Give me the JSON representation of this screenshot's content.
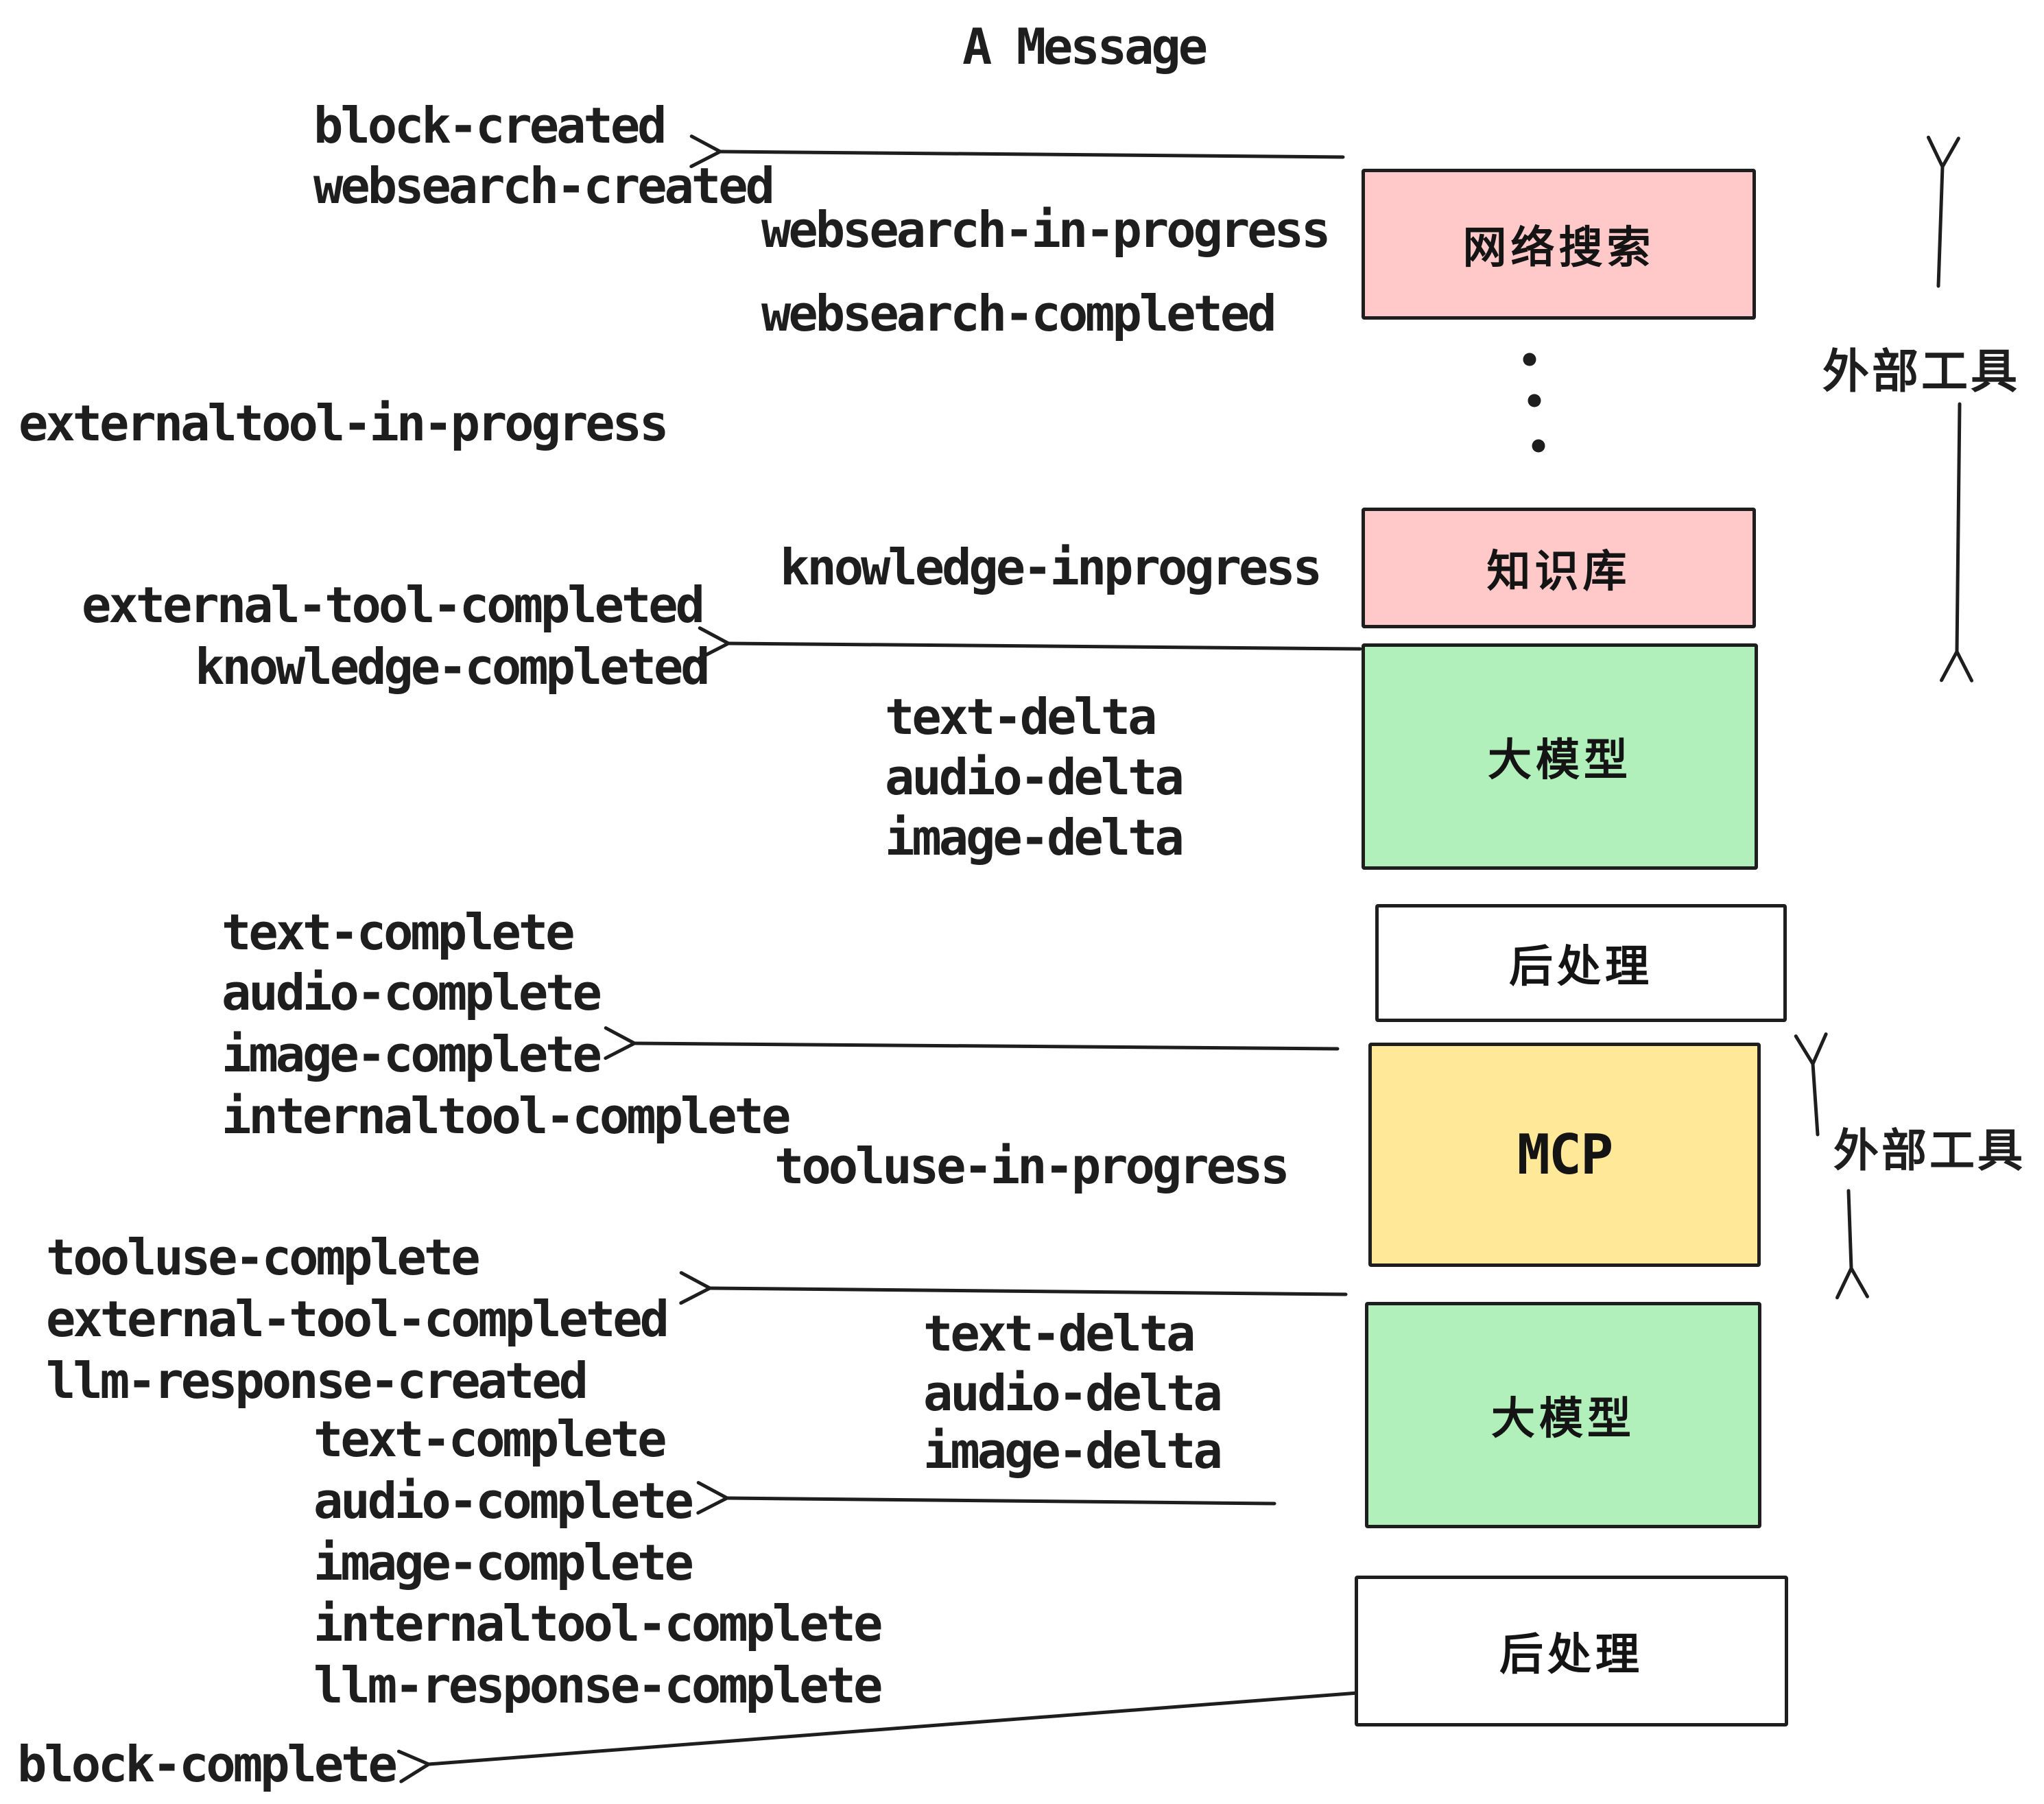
{
  "title": "A Message",
  "colors": {
    "box_pink": "#FFC9C9",
    "box_green": "#B2F0BB",
    "box_yellow": "#FFE999",
    "box_white": "#FFFFFF",
    "stroke": "#1E1E1E"
  },
  "boxes": {
    "websearch": {
      "label": "网络搜索"
    },
    "knowledge": {
      "label": "知识库"
    },
    "llm_top": {
      "label": "大模型"
    },
    "post_top": {
      "label": "后处理"
    },
    "mcp": {
      "label": "MCP"
    },
    "llm_bottom": {
      "label": "大模型"
    },
    "post_bottom": {
      "label": "后处理"
    }
  },
  "side_labels": {
    "external_tools_top": "外部工具",
    "external_tools_middle": "外部工具"
  },
  "events": [
    {
      "text": "block-created"
    },
    {
      "text": "websearch-created"
    },
    {
      "text": "websearch-in-progress"
    },
    {
      "text": "websearch-completed"
    },
    {
      "text": "externaltool-in-progress"
    },
    {
      "text": "knowledge-inprogress"
    },
    {
      "text": "external-tool-completed"
    },
    {
      "text": "knowledge-completed"
    },
    {
      "text": "text-delta"
    },
    {
      "text": "audio-delta"
    },
    {
      "text": "image-delta"
    },
    {
      "text": "text-complete"
    },
    {
      "text": "audio-complete"
    },
    {
      "text": "image-complete"
    },
    {
      "text": "internaltool-complete"
    },
    {
      "text": "tooluse-in-progress"
    },
    {
      "text": "tooluse-complete"
    },
    {
      "text": "external-tool-completed"
    },
    {
      "text": "llm-response-created"
    },
    {
      "text": "text-delta"
    },
    {
      "text": "audio-delta"
    },
    {
      "text": "image-delta"
    },
    {
      "text": "text-complete"
    },
    {
      "text": "audio-complete"
    },
    {
      "text": "image-complete"
    },
    {
      "text": "internaltool-complete"
    },
    {
      "text": "llm-response-complete"
    },
    {
      "text": "block-complete"
    }
  ]
}
